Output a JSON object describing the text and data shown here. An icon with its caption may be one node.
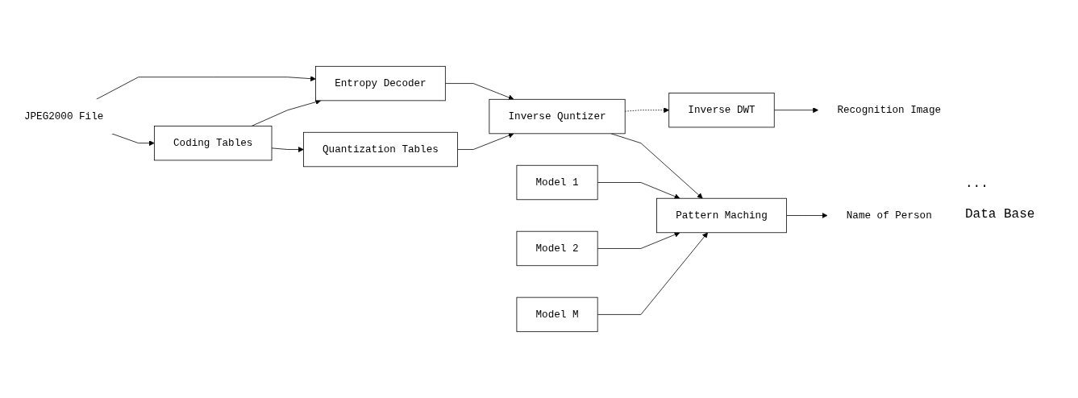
{
  "diagram": {
    "nodes": [
      {
        "text": [
          "JPEG2000 File"
        ]
      },
      {
        "text": [
          "Coding Tables"
        ]
      },
      {
        "text": [
          "Quantization Tables"
        ]
      },
      {
        "text": [
          "Entropy Decoder"
        ]
      },
      {
        "text": [
          "Inverse Quntizer"
        ]
      },
      {
        "text": [
          "Inverse DWT"
        ]
      },
      {
        "text": [
          "Recognition Image"
        ]
      },
      {
        "text": [
          "Pattern Maching"
        ]
      },
      {
        "text": [
          "Name of Person"
        ]
      },
      {
        "text": [
          "Model 1"
        ]
      },
      {
        "text": [
          "Model 2"
        ]
      },
      {
        "text": [
          "Model M"
        ]
      }
    ],
    "edges": [
      {
        "from": 0,
        "to": 1,
        "arrow": "to"
      },
      {
        "from": 0,
        "to": 3,
        "arrow": "to"
      },
      {
        "from": 1,
        "to": 2,
        "arrow": "to"
      },
      {
        "from": 1,
        "to": 3,
        "arrow": "to"
      },
      {
        "from": 2,
        "to": 4,
        "arrow": "to"
      },
      {
        "from": 3,
        "to": 4,
        "arrow": "to"
      },
      {
        "from": 4,
        "to": 7,
        "arrow": "to"
      },
      {
        "from": 4,
        "to": 5,
        "arrow": "to",
        "style": "dashed"
      },
      {
        "from": 5,
        "to": 6,
        "arrow": "to"
      },
      {
        "from": 7,
        "to": 8,
        "arrow": "to"
      },
      {
        "from": 9,
        "to": 7,
        "arrow": "to"
      },
      {
        "from": 10,
        "to": 7,
        "arrow": "to"
      },
      {
        "from": 11,
        "to": 7,
        "arrow": "to"
      }
    ],
    "labels": [
      "...",
      "Data Base"
    ]
  }
}
